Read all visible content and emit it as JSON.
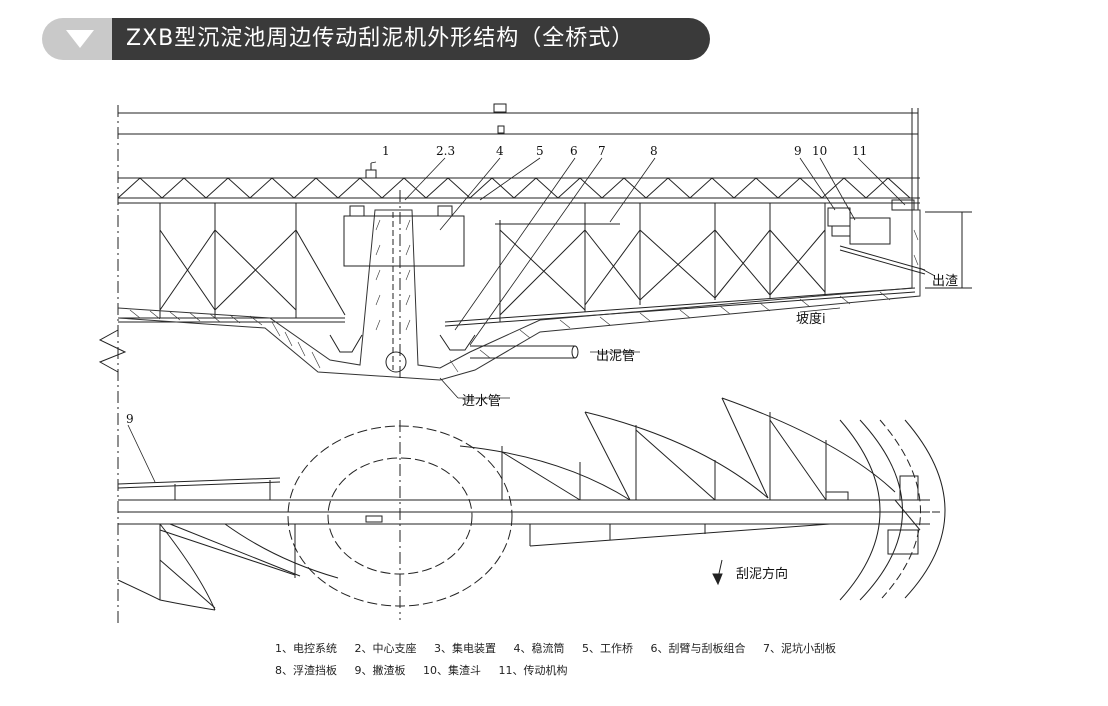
{
  "title": "ZXB型沉淀池周边传动刮泥机外形结构（全桥式）",
  "callouts": [
    "1",
    "2.3",
    "4",
    "5",
    "6",
    "7",
    "8",
    "9",
    "10",
    "11",
    "9"
  ],
  "annotations": {
    "outlet_slag": "出渣",
    "slope": "坡度i",
    "sludge_outlet_pipe": "出泥管",
    "inlet_pipe": "进水管",
    "scraping_direction": "刮泥方向"
  },
  "legend_row_1": [
    "1、电控系统",
    "2、中心支座",
    "3、集电装置",
    "4、稳流筒",
    "5、工作桥",
    "6、刮臂与刮板组合",
    "7、泥坑小刮板"
  ],
  "legend_row_2": [
    "8、浮渣挡板",
    "9、撇渣板",
    "10、集渣斗",
    "11、传动机构"
  ]
}
